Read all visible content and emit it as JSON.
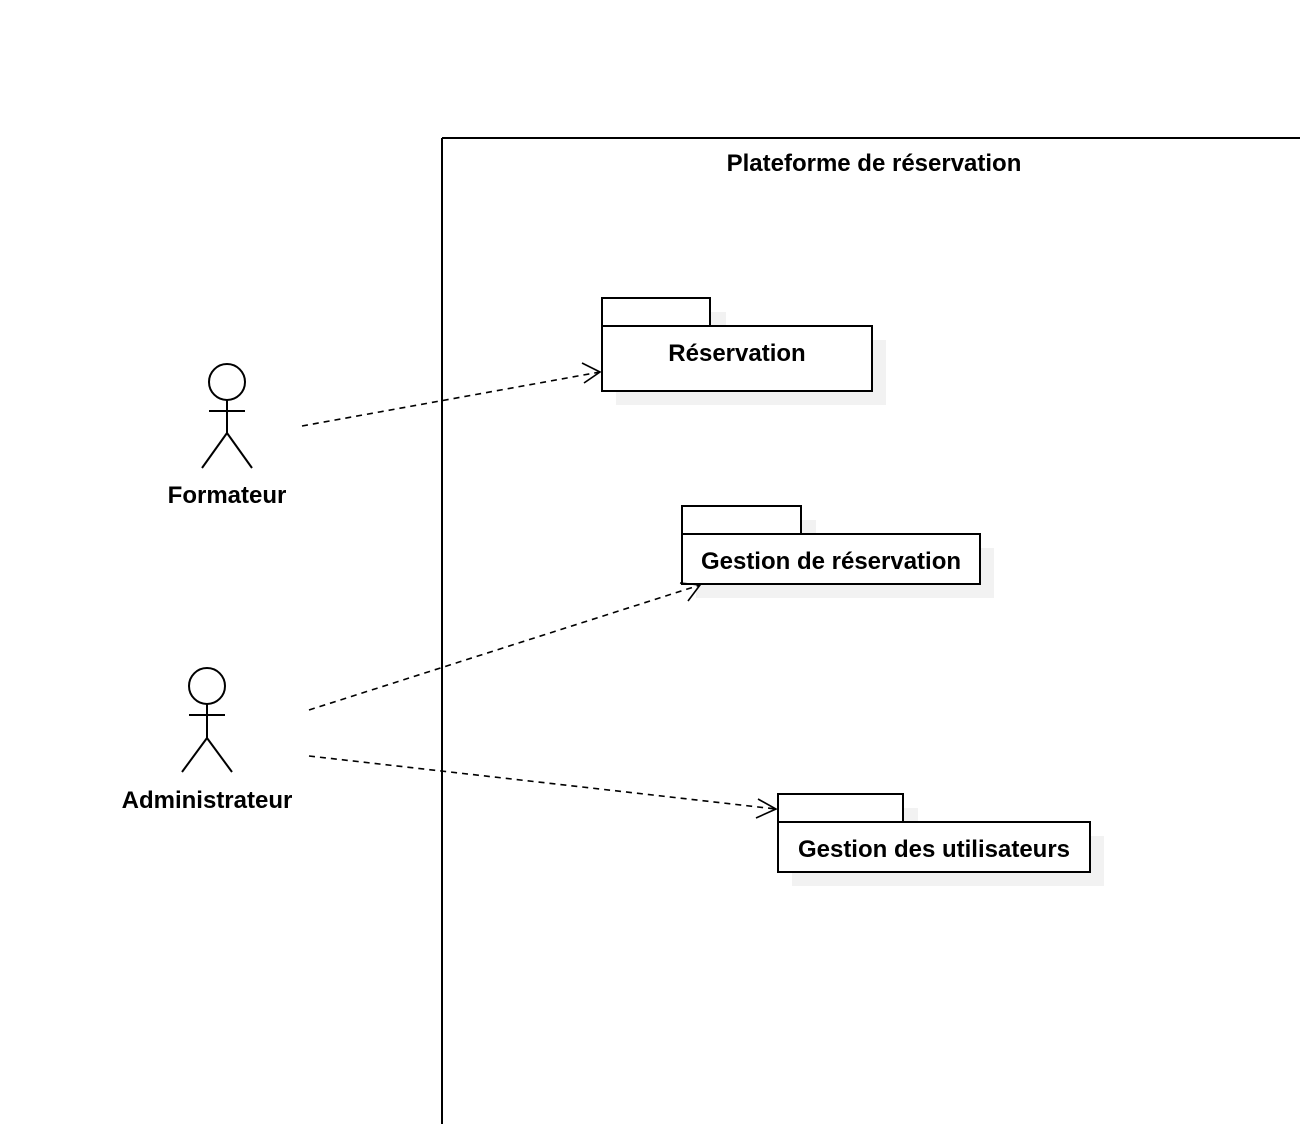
{
  "system": {
    "title": "Plateforme de réservation"
  },
  "actors": {
    "formateur": "Formateur",
    "administrateur": "Administrateur"
  },
  "packages": {
    "reservation": "Réservation",
    "gestion_reservation": "Gestion de réservation",
    "gestion_utilisateurs": "Gestion des utilisateurs"
  },
  "dependencies": [
    {
      "from": "Formateur",
      "to": "Réservation"
    },
    {
      "from": "Administrateur",
      "to": "Gestion de réservation"
    },
    {
      "from": "Administrateur",
      "to": "Gestion des utilisateurs"
    }
  ]
}
